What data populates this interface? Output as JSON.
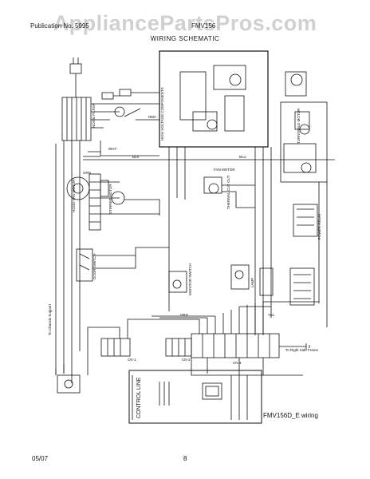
{
  "watermark": "AppliancePartsPros.com",
  "header": {
    "left": "Publication No. 5995",
    "right": "FMV156"
  },
  "title": "WIRING SCHEMATIC",
  "labels": {
    "control_line": "CONTROL LINE",
    "wiring_name": "FMV156D_E wiring",
    "high_voltage": "HIGH VOLTAGE COMPONENTS",
    "to_right_side_frame": "To Right Side Frame",
    "to_chassis_support": "To Chassis Support",
    "motor": "HOOD FAN MOTOR",
    "fan_motor": "FAN MOTOR",
    "stirrer": "STIRRER MOTOR",
    "turntable": "TURNTABLE MOTOR",
    "door_switch": "DOOR SWITCH",
    "monitor": "MONITOR SWITCH",
    "lamp": "LAMP",
    "thermal": "THERMAL CUT OUT",
    "power_relay": "POWER RELAY",
    "noise_filter": "NOISE FILTER",
    "cn1": "CN-1",
    "cn2": "CN-2",
    "cn3": "CN-3",
    "wht": "WHT",
    "blk": "BLK",
    "red": "RED",
    "blu": "BLU",
    "grn": "GRN",
    "yel": "YEL",
    "org": "ORG"
  },
  "footer": {
    "date": "05/07",
    "page": "8"
  }
}
